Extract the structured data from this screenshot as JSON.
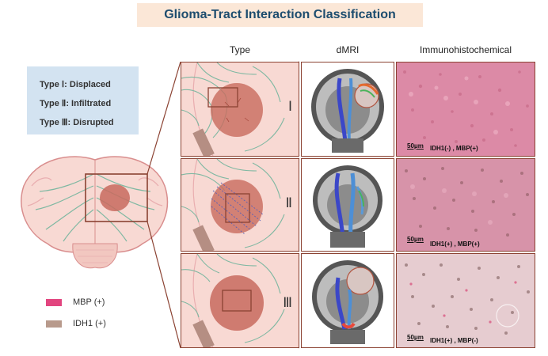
{
  "title": "Glioma-Tract Interaction Classification",
  "types": [
    {
      "label": "Type Ⅰ: Displaced"
    },
    {
      "label": "Type Ⅱ: Infiltrated"
    },
    {
      "label": "Type Ⅲ: Disrupted"
    }
  ],
  "columns": {
    "type": "Type",
    "dmri": "dMRI",
    "ihc": "Immunohistochemical"
  },
  "rows": [
    {
      "roman": "Ⅰ",
      "histo_label": "IDH1(-) , MBP(+)"
    },
    {
      "roman": "Ⅱ",
      "histo_label": "IDH1(+) , MBP(+)"
    },
    {
      "roman": "Ⅲ",
      "histo_label": "IDH1(+) , MBP(-)"
    }
  ],
  "scale_bar": "50μm",
  "legend": [
    {
      "label": "MBP (+)",
      "color": "#e2457f"
    },
    {
      "label": "IDH1 (+)",
      "color": "#b89a8c"
    }
  ],
  "colors": {
    "frame": "#8b4232",
    "tumor": "#c86a5e",
    "brain": "#f8d9d3",
    "fiber": "#7fb8a2"
  }
}
